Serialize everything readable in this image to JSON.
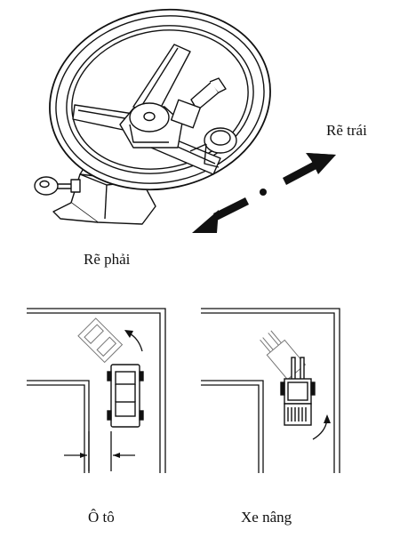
{
  "labels": {
    "turn_left": "Rẽ trái",
    "turn_right": "Rẽ phải",
    "car": "Ô tô",
    "forklift": "Xe nâng"
  },
  "icons": {
    "steering_wheel": "steering-wheel-icon",
    "direction_arrow": "double-arrow-icon"
  }
}
